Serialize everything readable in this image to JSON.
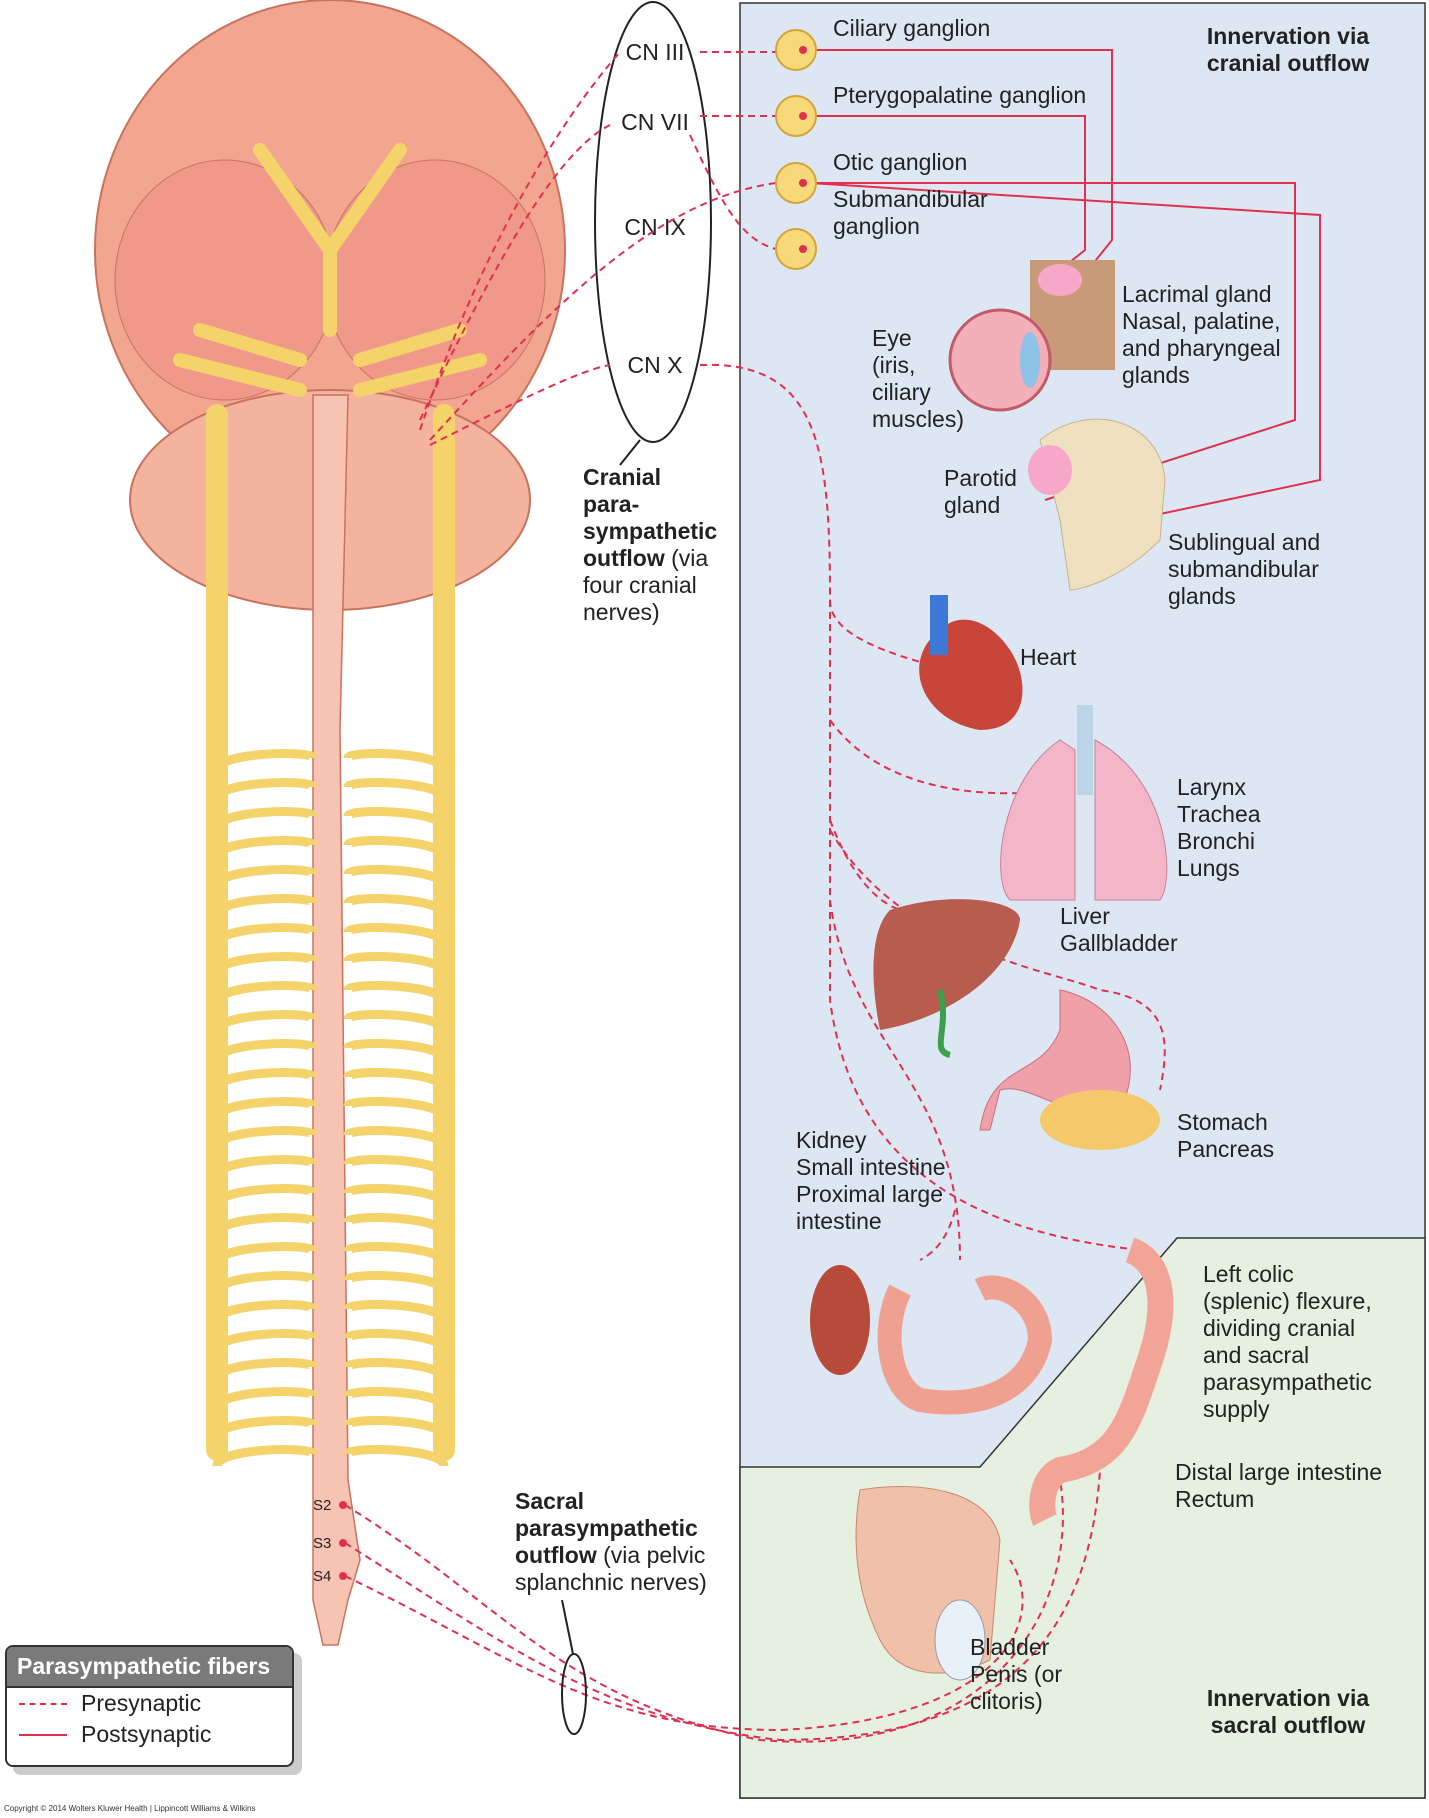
{
  "colors": {
    "presynaptic": "#e0304f",
    "cranial_panel": "#dde7f3",
    "sacral_panel": "#e6f0e0",
    "nerve": "#f5d36b",
    "brain": "#f2a58f"
  },
  "cranial_nerves": [
    "CN III",
    "CN VII",
    "CN IX",
    "CN X"
  ],
  "ganglia": [
    "Ciliary ganglion",
    "Pterygopalatine ganglion",
    "Otic ganglion",
    "Submandibular",
    "ganglion"
  ],
  "cranial_title": [
    "Innervation via",
    "cranial outflow"
  ],
  "sacral_title": [
    "Innervation via",
    "sacral outflow"
  ],
  "cranial_outflow": {
    "bold": [
      "Cranial",
      "para-",
      "sympathetic",
      "outflow"
    ],
    "rest": [
      " (via",
      "four cranial",
      "nerves)"
    ]
  },
  "sacral_outflow": {
    "bold": [
      "Sacral",
      "parasympathetic",
      "outflow"
    ],
    "rest": [
      " (via pelvic",
      "splanchnic nerves)"
    ]
  },
  "organs": {
    "eye": [
      "Eye",
      "(iris,",
      "ciliary",
      "muscles)"
    ],
    "lacrimal": [
      "Lacrimal gland",
      "Nasal, palatine,",
      "and pharyngeal",
      "glands"
    ],
    "parotid": [
      "Parotid",
      "gland"
    ],
    "sublingual": [
      "Sublingual and",
      "submandibular",
      "glands"
    ],
    "heart": [
      "Heart"
    ],
    "lungs": [
      "Larynx",
      "Trachea",
      "Bronchi",
      "Lungs"
    ],
    "liver": [
      "Liver",
      "Gallbladder"
    ],
    "stomach": [
      "Stomach",
      "Pancreas"
    ],
    "kidney": [
      "Kidney",
      "Small intestine",
      "Proximal large",
      "intestine"
    ],
    "colic": [
      "Left colic",
      "(splenic) flexure,",
      "dividing cranial",
      "and sacral",
      "parasympathetic",
      "supply"
    ],
    "distal": [
      "Distal large intestine",
      "Rectum"
    ],
    "bladder": [
      "Bladder",
      "Penis (or",
      "clitoris)"
    ]
  },
  "sacral_segments": [
    "S2",
    "S3",
    "S4"
  ],
  "legend": {
    "title": "Parasympathetic fibers",
    "presynaptic": "Presynaptic",
    "postsynaptic": "Postsynaptic"
  },
  "copyright": "Copyright © 2014 Wolters Kluwer Health | Lippincott Williams & Wilkins"
}
